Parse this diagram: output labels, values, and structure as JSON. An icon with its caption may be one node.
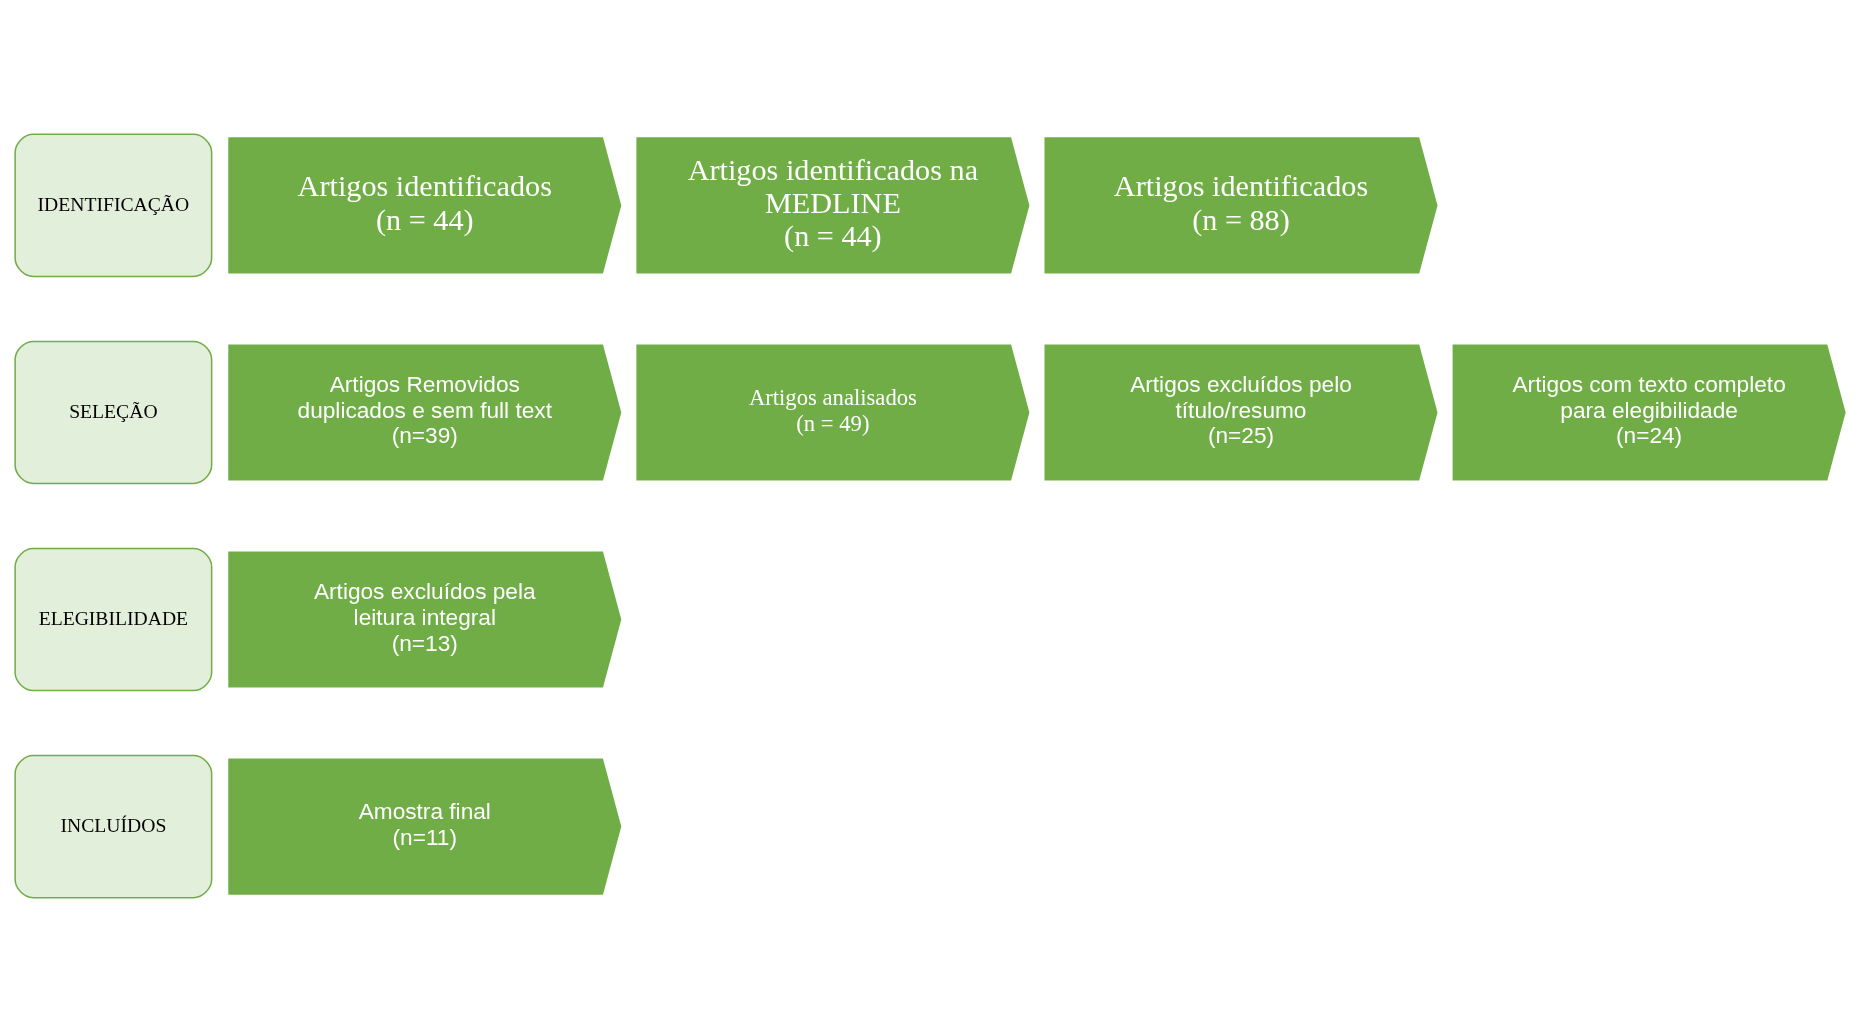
{
  "diagram": {
    "nodes": [
      {
        "text": [
          "IDENTIFICAÇÃO"
        ]
      },
      {
        "text": [
          "Artigos identificados",
          "(n = 44)"
        ]
      },
      {
        "text": [
          "Artigos identificados na MEDLINE",
          "(n = 44)"
        ]
      },
      {
        "text": [
          "Artigos identificados",
          "(n = 88)"
        ]
      },
      {
        "text": [
          "SELEÇÃO"
        ]
      },
      {
        "text": [
          "Artigos Removidos duplicados e sem full text",
          "(n=39)"
        ]
      },
      {
        "text": [
          "Artigos analisados",
          "(n = 49)"
        ]
      },
      {
        "text": [
          "Artigos excluídos pelo título/resumo",
          "(n=25)"
        ]
      },
      {
        "text": [
          "Artigos com texto completo para elegibilidade",
          "(n=24)"
        ]
      },
      {
        "text": [
          "ELEGIBILIDADE"
        ]
      },
      {
        "text": [
          "Artigos excluídos pela leitura integral",
          "(n=13)"
        ]
      },
      {
        "text": [
          "INCLUÍDOS"
        ]
      },
      {
        "text": [
          "Amostra final",
          "(n=11)"
        ]
      }
    ],
    "edges": []
  }
}
